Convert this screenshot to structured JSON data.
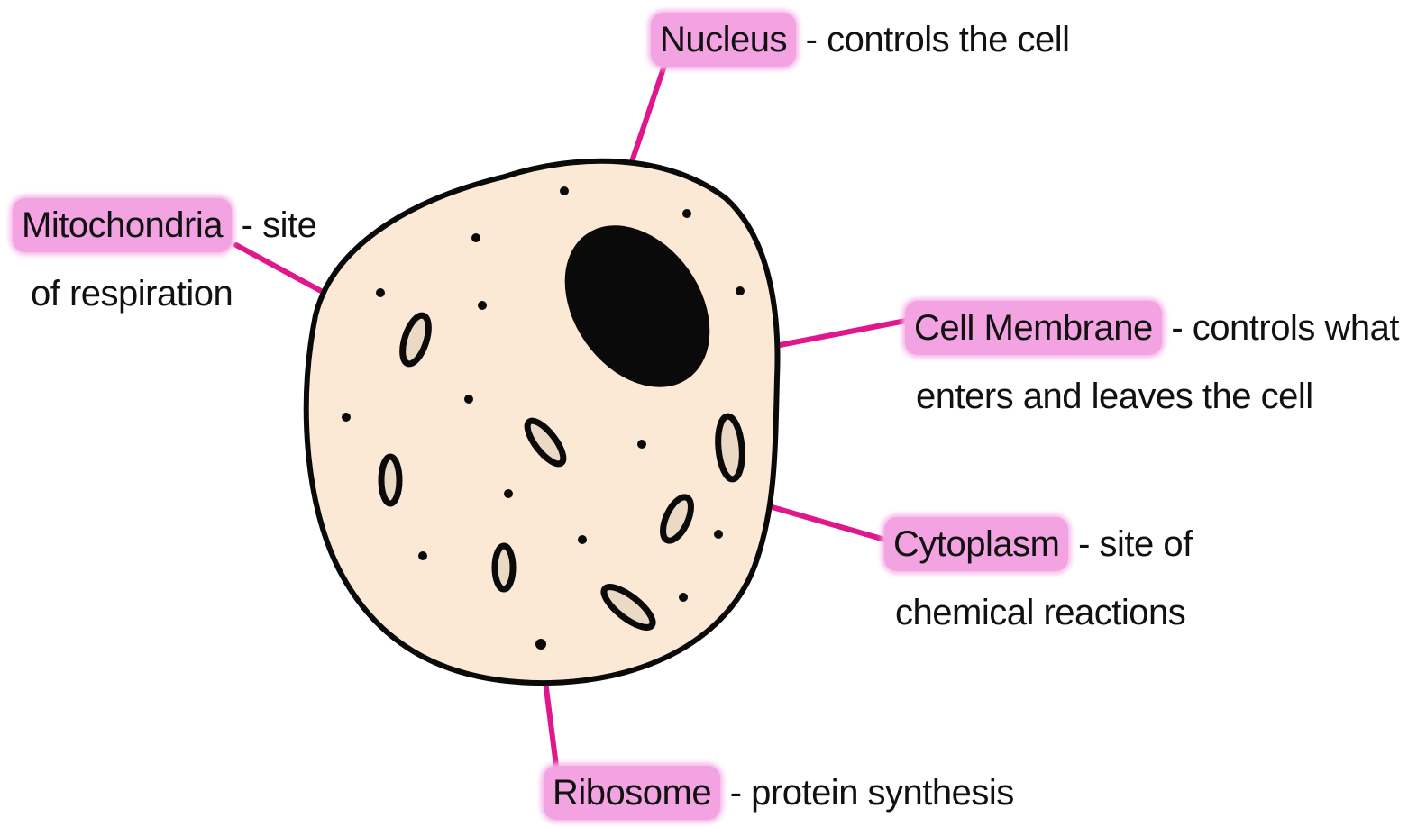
{
  "labels": {
    "nucleus": {
      "term": "Nucleus",
      "desc": "- controls the cell"
    },
    "mitochondria": {
      "term": "Mitochondria",
      "desc": "- site",
      "desc2": "of respiration"
    },
    "cell_membrane": {
      "term": "Cell Membrane",
      "desc": "- controls what",
      "desc2": "enters and leaves the cell"
    },
    "cytoplasm": {
      "term": "Cytoplasm",
      "desc": "- site of",
      "desc2": "chemical reactions"
    },
    "ribosome": {
      "term": "Ribosome",
      "desc": "- protein synthesis"
    }
  },
  "colors": {
    "cytoplasm_fill": "#fbe9d6",
    "outline": "#0a0a0a",
    "leader_line": "#e0168c",
    "highlight": "#f3a3e2",
    "mito_fill": "#ead9c4"
  }
}
